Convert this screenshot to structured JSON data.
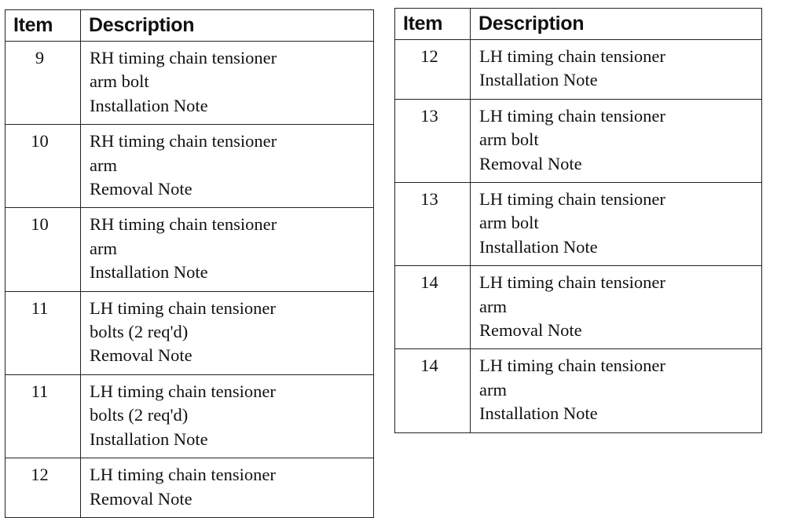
{
  "headers": {
    "item": "Item",
    "description": "Description"
  },
  "left_table": {
    "rows": [
      {
        "item": "9",
        "lines": [
          "RH timing chain tensioner",
          "arm bolt",
          "Installation Note"
        ]
      },
      {
        "item": "10",
        "lines": [
          "RH timing chain tensioner",
          "arm",
          "Removal Note"
        ]
      },
      {
        "item": "10",
        "lines": [
          "RH timing chain tensioner",
          "arm",
          "Installation Note"
        ]
      },
      {
        "item": "11",
        "lines": [
          "LH timing chain tensioner",
          "bolts (2 req'd)",
          "Removal Note"
        ]
      },
      {
        "item": "11",
        "lines": [
          "LH timing chain tensioner",
          "bolts (2 req'd)",
          "Installation Note"
        ]
      },
      {
        "item": "12",
        "lines": [
          "LH timing chain tensioner",
          "Removal Note"
        ]
      }
    ]
  },
  "right_table": {
    "rows": [
      {
        "item": "12",
        "lines": [
          "LH timing chain tensioner",
          "Installation Note"
        ]
      },
      {
        "item": "13",
        "lines": [
          "LH timing chain tensioner",
          "arm bolt",
          "Removal Note"
        ]
      },
      {
        "item": "13",
        "lines": [
          "LH timing chain tensioner",
          "arm bolt",
          "Installation Note"
        ]
      },
      {
        "item": "14",
        "lines": [
          "LH timing chain tensioner",
          "arm",
          "Removal Note"
        ]
      },
      {
        "item": "14",
        "lines": [
          "LH timing chain tensioner",
          "arm",
          "Installation Note"
        ]
      }
    ]
  }
}
